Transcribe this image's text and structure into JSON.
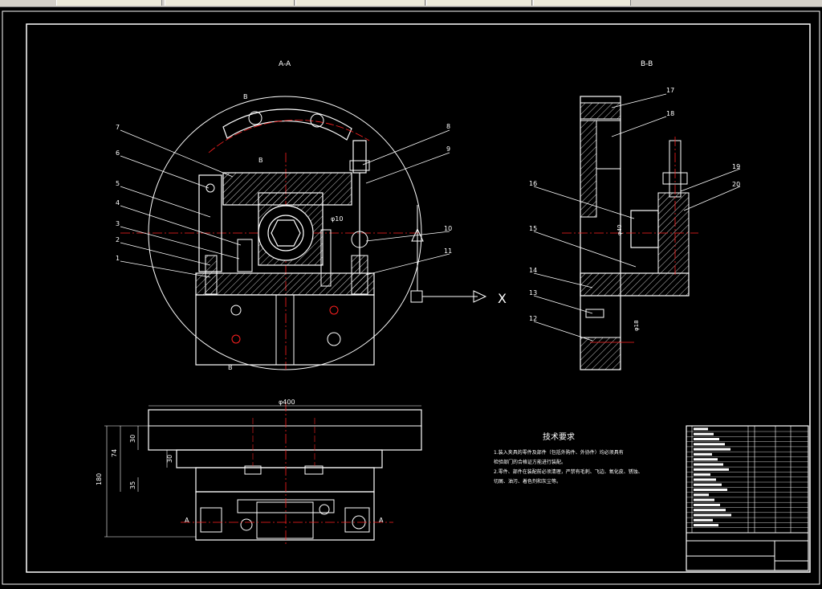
{
  "window": {
    "tabs": [
      "",
      "",
      "",
      "",
      ""
    ]
  },
  "views": {
    "section_aa_label": "A-A",
    "section_bb_label": "B-B"
  },
  "section_markers": {
    "b_top": "B",
    "b_left": "B",
    "b_bottom": "B",
    "a_left": "A",
    "a_right": "A"
  },
  "part_numbers_left": [
    "7",
    "6",
    "5",
    "4",
    "3",
    "2",
    "1"
  ],
  "part_numbers_right": [
    "8",
    "9",
    "10",
    "11"
  ],
  "part_numbers_bb": [
    "17",
    "18",
    "16",
    "15",
    "14",
    "13",
    "12",
    "19",
    "20"
  ],
  "dimensions": {
    "phi10": "φ10",
    "phi400": "φ400",
    "d30_top": "30",
    "d30_mid": "30",
    "d74": "74",
    "d35": "35",
    "d180": "180",
    "bb_d1": "φ40",
    "bb_d2": "φ18"
  },
  "direction_marker": "X",
  "notes": {
    "title": "技术要求",
    "line1": "1.装入夹具的零件及部件（包括外购件、外协件）均必须具有",
    "line2": "检验部门的合格证方能进行装配。",
    "line3": "2.零件、部件在装配前必须清理，严禁有毛刺、飞边、氧化皮、锈蚀、",
    "line4": "切屑、油污、着色剂和灰尘等。"
  },
  "colors": {
    "line": "#ffffff",
    "center": "#ff2020",
    "hatch": "#ffffff",
    "bg": "#000000"
  }
}
